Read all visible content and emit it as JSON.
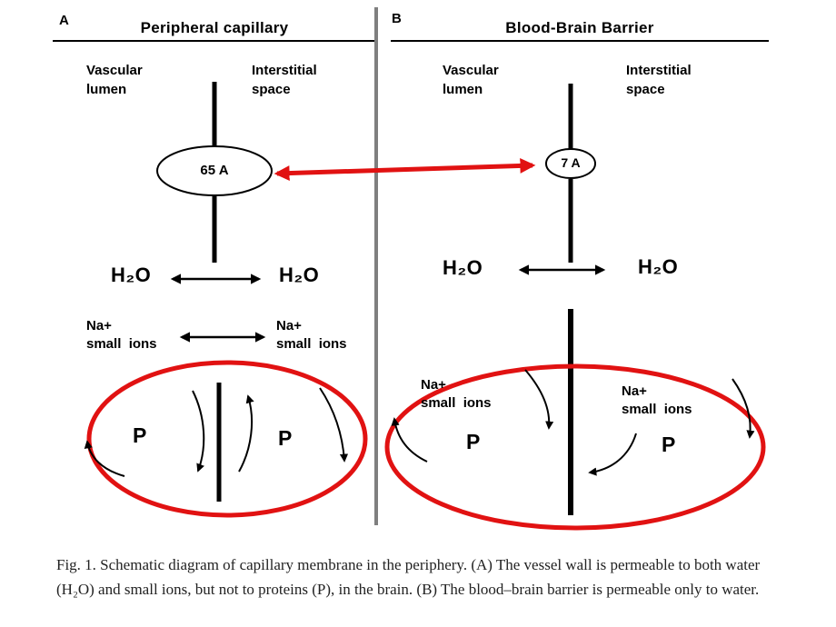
{
  "panel_a": {
    "corner_label": "A",
    "title": "Peripheral capillary",
    "vascular_label": "Vascular\nlumen",
    "interstitial_label": "Interstitial\nspace",
    "pore_label": "65 A",
    "h2o_left": "H₂O",
    "h2o_right": "H₂O",
    "ions_left": "Na+\nsmall  ions",
    "ions_right": "Na+\nsmall  ions",
    "protein_left": "P",
    "protein_right": "P"
  },
  "panel_b": {
    "corner_label": "B",
    "title": "Blood-Brain Barrier",
    "vascular_label": "Vascular\nlumen",
    "interstitial_label": "Interstitial\nspace",
    "pore_label": "7 A",
    "h2o_left": "H₂O",
    "h2o_right": "H₂O",
    "ions_left": "Na+\nsmall  ions",
    "ions_right": "Na+\nsmall  ions",
    "protein_left": "P",
    "protein_right": "P"
  },
  "caption": {
    "text": "Fig. 1. Schematic diagram of capillary membrane in the periphery. (A) The vessel wall is permeable to both water (H₂O) and small ions, but not to proteins (P), in the brain. (B) The blood–brain barrier is permeable only to water."
  },
  "colors": {
    "highlight_red": "#e11212",
    "membrane_black": "#000000",
    "divider_gray": "#7f7f7f"
  }
}
